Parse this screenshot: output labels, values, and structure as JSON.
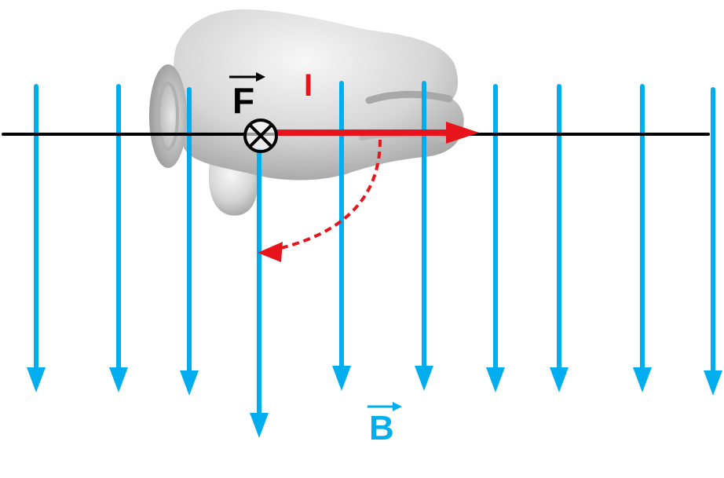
{
  "labels": {
    "force": "F",
    "current": "I",
    "field": "B"
  },
  "colors": {
    "field": "#00aeef",
    "current": "#e8141b",
    "wire": "#000000",
    "hand": "#d9d9d9"
  },
  "icons": {
    "into_page": "circle-cross-into-page-icon",
    "hand": "right-hand-icon"
  }
}
